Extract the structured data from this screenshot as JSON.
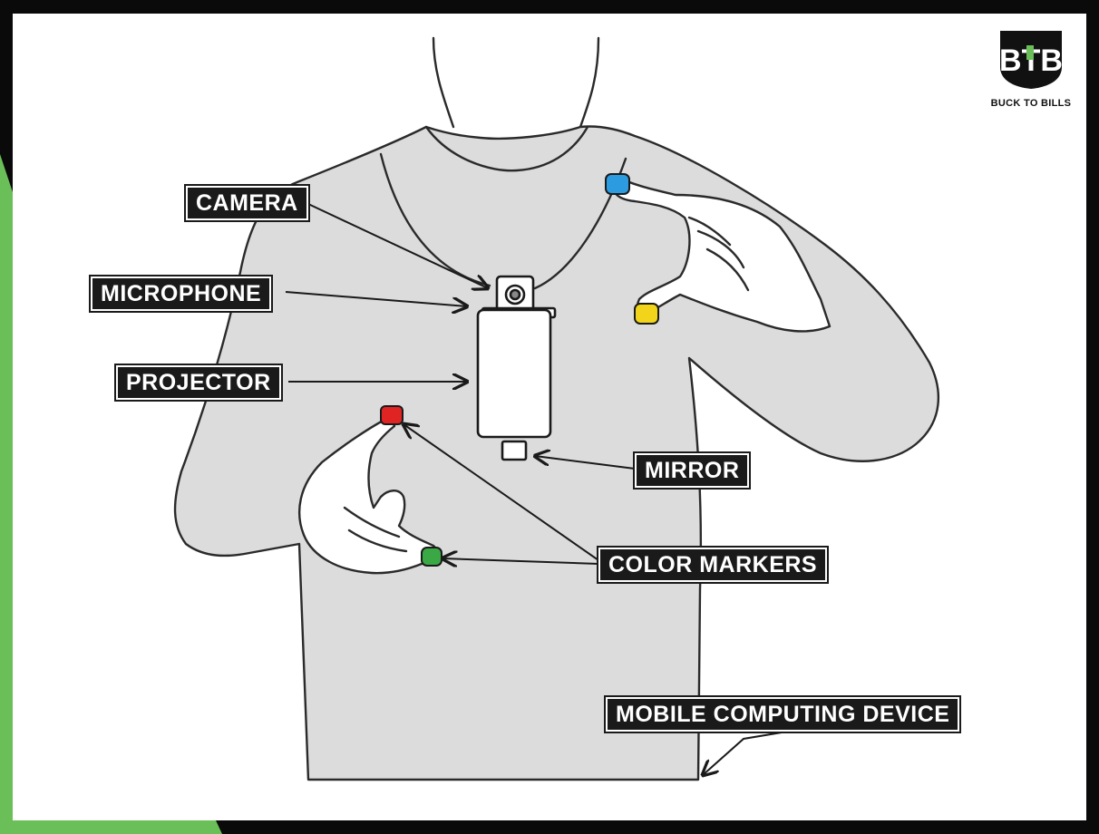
{
  "labels": {
    "camera": "CAMERA",
    "microphone": "MICROPHONE",
    "projector": "PROJECTOR",
    "mirror": "MIRROR",
    "color_markers": "COLOR MARKERS",
    "mobile_computing_device": "MOBILE COMPUTING DEVICE"
  },
  "logo": {
    "monogram": "BTB",
    "text": "BUCK TO BILLS"
  },
  "colors": {
    "frame": "#0a0a0a",
    "accent_green": "#6bbf59",
    "shirt": "#dcdcdc",
    "outline": "#2a2a2a",
    "marker_blue": "#2c9be0",
    "marker_yellow": "#f2d51a",
    "marker_red": "#e02424",
    "marker_green": "#3aa845"
  }
}
